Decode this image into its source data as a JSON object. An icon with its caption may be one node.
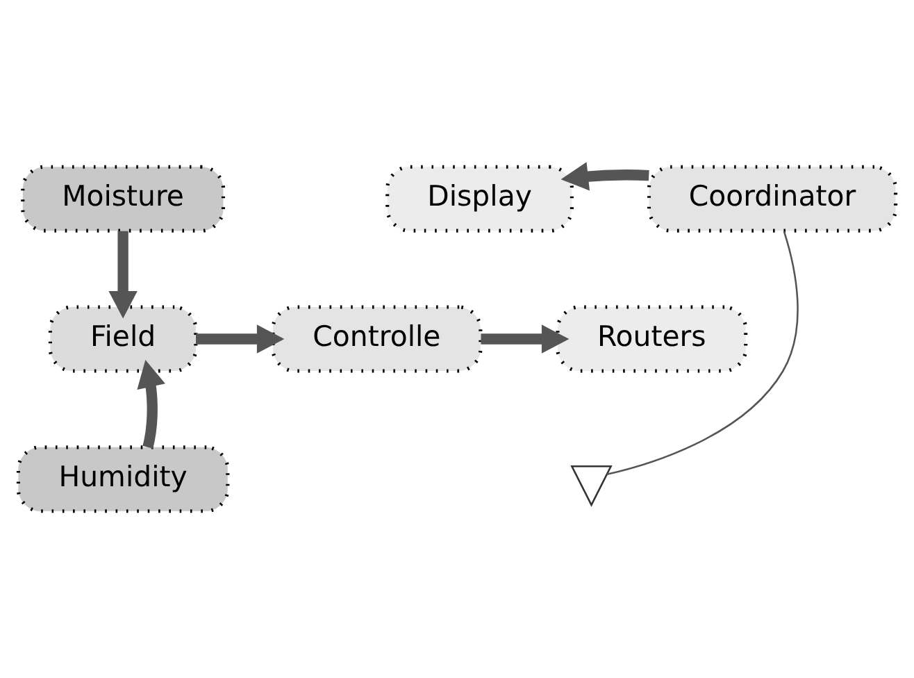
{
  "diagram": {
    "nodes": [
      {
        "text": [
          "Moisture"
        ]
      },
      {
        "text": [
          "Field"
        ]
      },
      {
        "text": [
          "Controlle"
        ]
      },
      {
        "text": [
          "Routers"
        ]
      },
      {
        "text": [
          "Humidity"
        ]
      },
      {
        "text": [
          "Display"
        ]
      },
      {
        "text": [
          "Coordinator"
        ]
      },
      {
        "text": [],
        "shape": "antenna"
      }
    ],
    "edges": [
      {
        "from": 0,
        "to": 1,
        "arrow": "to"
      },
      {
        "from": 4,
        "to": 1,
        "arrow": "to"
      },
      {
        "from": 1,
        "to": 2,
        "arrow": "to"
      },
      {
        "from": 2,
        "to": 3,
        "arrow": "to"
      },
      {
        "from": 6,
        "to": 5,
        "arrow": "to"
      },
      {
        "from": 6,
        "to": 7,
        "arrow": "none"
      }
    ]
  }
}
